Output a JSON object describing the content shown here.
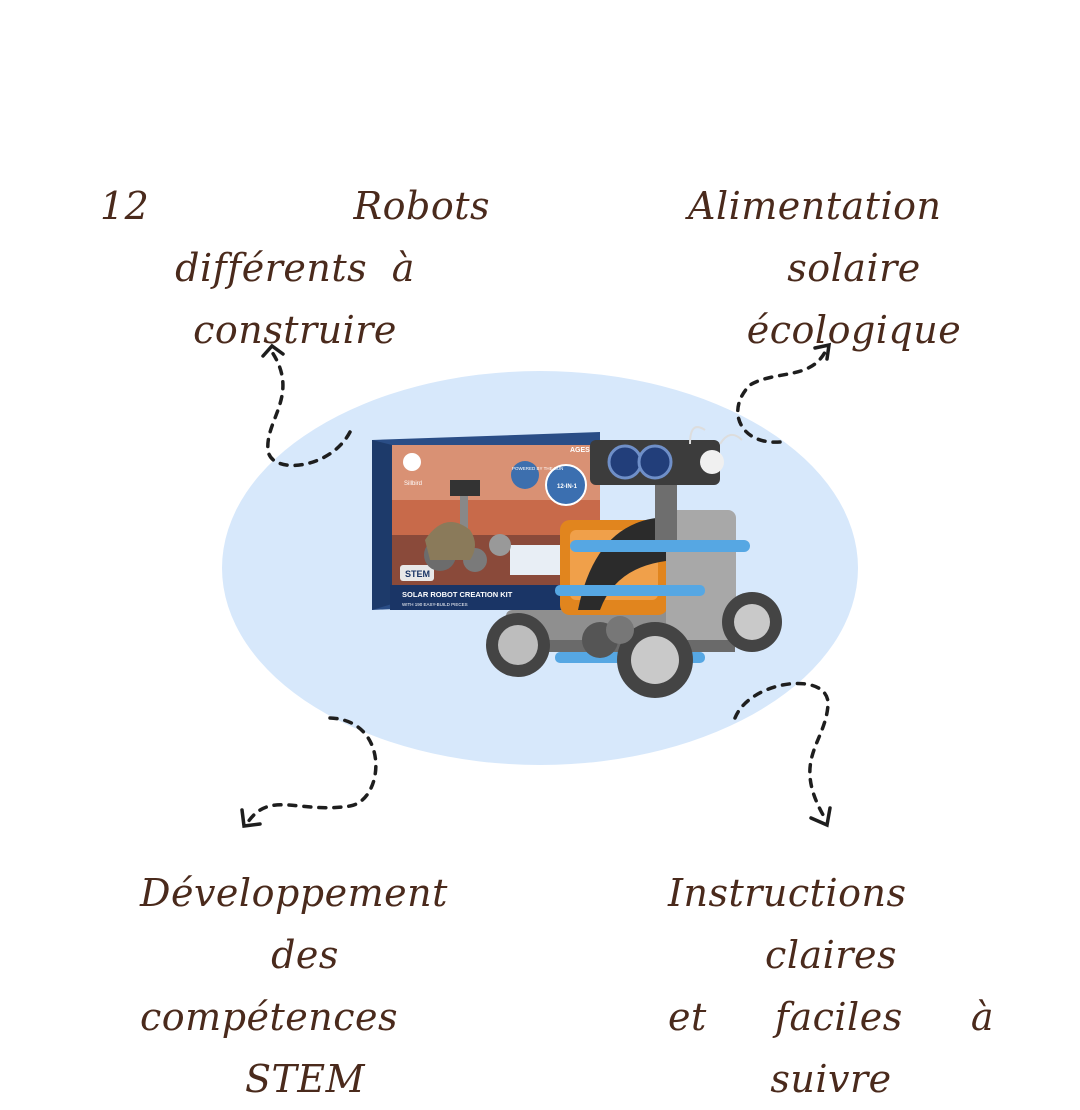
{
  "features": [
    {
      "id": "f1",
      "line1": "12 Robots différents à",
      "line2": "construire"
    },
    {
      "id": "f2",
      "line1": "Alimentation solaire",
      "line2": "écologique"
    },
    {
      "id": "f3",
      "line1": "Développement des",
      "line2": "compétences STEM"
    },
    {
      "id": "f4",
      "line1": "Instructions claires",
      "line2": "et faciles à suivre"
    }
  ],
  "product_box": {
    "brand": "Sillbird",
    "title": "SOLAR ROBOT CREATION KIT",
    "subtitle": "WITH 190 EASY-BUILD PIECES",
    "badge": "STEM",
    "ages": "AGES 8+",
    "powered": "POWERED BY THE SUN",
    "twelve_in_one": "12-IN-1"
  },
  "colors": {
    "text": "#4a2a1c",
    "blob": "#d7e8fb",
    "arrow": "#1e1e1e"
  }
}
